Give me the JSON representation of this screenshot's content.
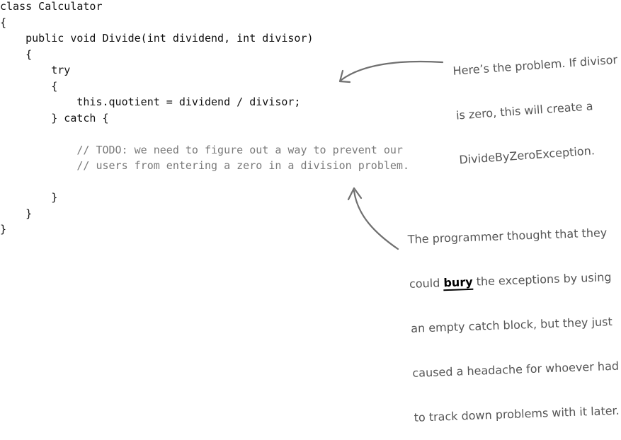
{
  "code": {
    "lines": [
      "class Calculator",
      "{",
      "    public void Divide(int dividend, int divisor)",
      "    {",
      "        try",
      "        {",
      "            this.quotient = dividend / divisor;",
      "        } catch {",
      "",
      "            // TODO: we need to figure out a way to prevent our",
      "            // users from entering a zero in a division problem.",
      "",
      "        }",
      "    }",
      "}"
    ]
  },
  "annotations": {
    "note1": {
      "line1": "Here’s the problem. If divisor",
      "line2": "is zero, this will create a",
      "line3": "DivideByZeroException."
    },
    "note2": {
      "line1": "The programmer thought that they",
      "line2_before": "could ",
      "line2_emphasis": "bury",
      "line2_after": " the exceptions by using",
      "line3": "an empty catch block, but they just",
      "line4": "caused a headache for whoever had",
      "line5": "to track down problems with it later."
    }
  }
}
